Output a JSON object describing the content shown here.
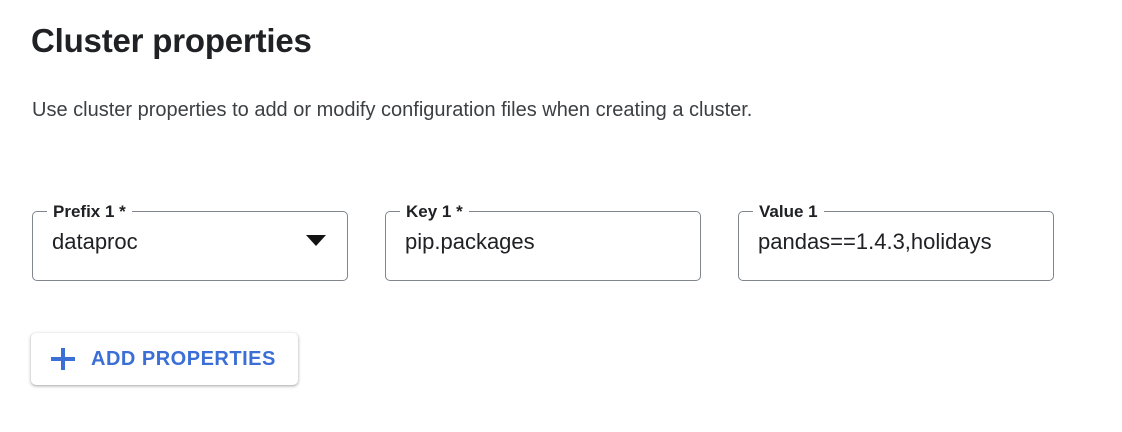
{
  "section": {
    "title": "Cluster properties",
    "description": "Use cluster properties to add or modify configuration files when creating a cluster."
  },
  "fields": [
    {
      "label": "Prefix 1 *",
      "value": "dataproc",
      "type": "select",
      "icon": "chevron-down-icon",
      "required": true
    },
    {
      "label": "Key 1 *",
      "value": "pip.packages",
      "type": "text",
      "required": true
    },
    {
      "label": "Value 1",
      "value": "pandas==1.4.3,holidays",
      "type": "text",
      "required": false
    }
  ],
  "actions": {
    "add_properties_label": "ADD PROPERTIES",
    "add_properties_icon": "plus-icon"
  },
  "colors": {
    "accent_blue": "#3b6fd6",
    "text_primary": "#202124",
    "text_secondary": "#3c4043",
    "field_border": "#80868b",
    "background": "#ffffff"
  }
}
